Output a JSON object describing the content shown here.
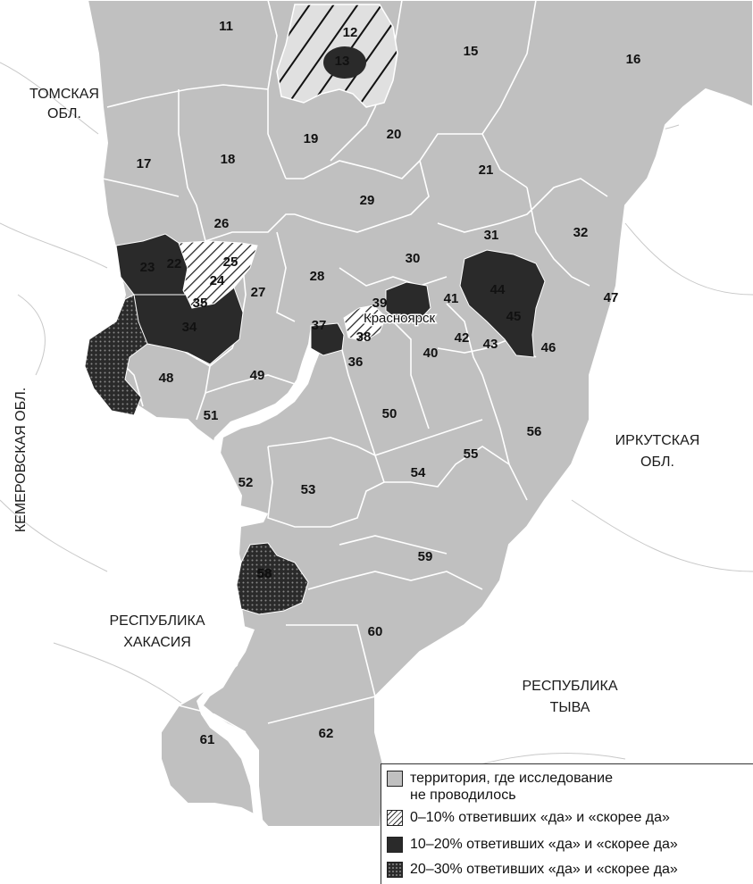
{
  "neighbors": {
    "tomsk": [
      "ТОМСКАЯ",
      "ОБЛ."
    ],
    "kemerovo": "КЕМЕРОВСКАЯ ОБЛ.",
    "irkutsk": [
      "ИРКУТСКАЯ",
      "ОБЛ."
    ],
    "khakasia": [
      "РЕСПУБЛИКА",
      "ХАКАСИЯ"
    ],
    "tyva": [
      "РЕСПУБЛИКА",
      "ТЫВА"
    ]
  },
  "city": "Красноярск",
  "regions": {
    "r11": "11",
    "r12": "12",
    "r13": "13",
    "r15": "15",
    "r16": "16",
    "r17": "17",
    "r18": "18",
    "r19": "19",
    "r20": "20",
    "r21": "21",
    "r22": "22",
    "r23": "23",
    "r24": "24",
    "r25": "25",
    "r26": "26",
    "r27": "27",
    "r28": "28",
    "r29": "29",
    "r30": "30",
    "r31": "31",
    "r32": "32",
    "r34": "34",
    "r35": "35",
    "r36": "36",
    "r37": "37",
    "r38": "38",
    "r39": "39",
    "r40": "40",
    "r41": "41",
    "r42": "42",
    "r43": "43",
    "r44": "44",
    "r45": "45",
    "r46": "46",
    "r47": "47",
    "r48": "48",
    "r49": "49",
    "r50": "50",
    "r51": "51",
    "r52": "52",
    "r53": "53",
    "r54": "54",
    "r55": "55",
    "r56": "56",
    "r58": "58",
    "r59": "59",
    "r60": "60",
    "r61": "61",
    "r62": "62"
  },
  "legend": {
    "not_studied": [
      "территория, где исследование",
      "не проводилось"
    ],
    "cat1": "0–10% ответивших «да» и «скорее да»",
    "cat2": "10–20% ответивших «да» и «скорее да»",
    "cat3": "20–30% ответивших «да» и «скорее да»"
  },
  "colors": {
    "region_fill": "#c0c0c0",
    "dark_fill": "#2a2a2a",
    "background": "#ffffff"
  }
}
